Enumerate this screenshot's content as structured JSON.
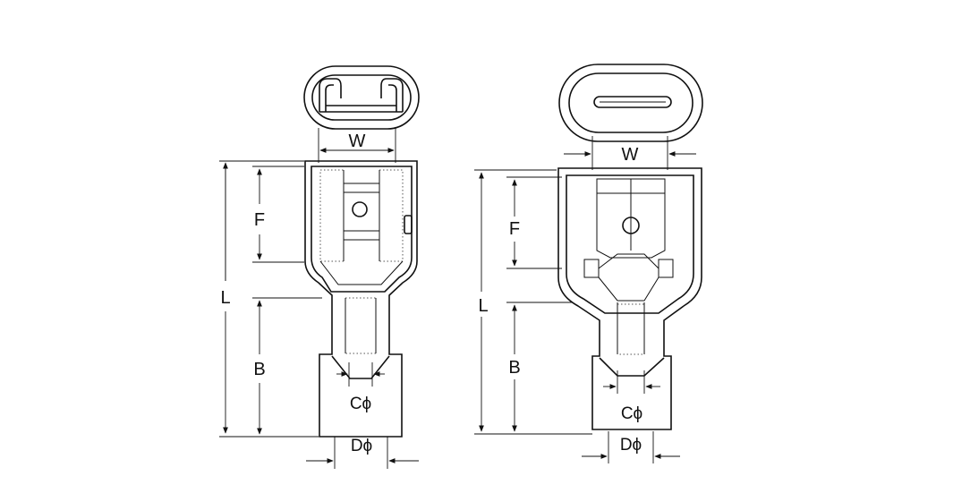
{
  "left_terminal": {
    "labels": {
      "W": "W",
      "L": "L",
      "F": "F",
      "B": "B",
      "C": "Cϕ",
      "D": "Dϕ"
    }
  },
  "right_terminal": {
    "labels": {
      "W": "W",
      "L": "L",
      "F": "F",
      "B": "B",
      "C": "Cϕ",
      "D": "Dϕ"
    }
  }
}
